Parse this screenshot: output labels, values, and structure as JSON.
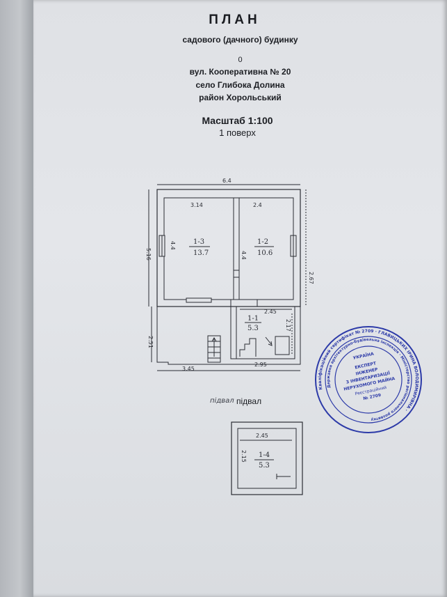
{
  "header": {
    "title": "ПЛАН",
    "subtitle": "садового (дачного) будинку",
    "number": "0",
    "address_line1": "вул. Кооперативна № 20",
    "address_line2": "село Глибока Долина",
    "address_line3": "район Хорольський",
    "scale": "Масштаб 1:100",
    "floor": "1 поверх"
  },
  "plan1": {
    "dim_top": "6.4",
    "dim_left": "5.16",
    "dim_right": "2.67",
    "dim_room1_w": "3.14",
    "dim_room1_h": "4.4",
    "dim_room2_w": "2.4",
    "dim_room2_h": "4.4",
    "room1_id": "1-3",
    "room1_area": "13.7",
    "room2_id": "1-2",
    "room2_area": "10.6",
    "room3_w": "2.45",
    "room3_h": "2.17",
    "room3_id": "1-1",
    "room3_area": "5.3",
    "dim_bottom_left": "3.45",
    "dim_bottom_right": "2.95",
    "dim_left_lower": "2.51"
  },
  "basement": {
    "handwritten": "підвал",
    "label": "підвал",
    "dim_w": "2.45",
    "dim_h": "2.15",
    "room_id": "1-4",
    "room_area": "5.3"
  },
  "stamp": {
    "outer_ring": "Кваліфікаційний сертифікат № 2709 · ГЛАВИЦЬКИХ ІРИНА ВОЛОДИМИРІВНА ·",
    "ring2": "Державна архітектурно-будівельна інспекція · Міністерство регіонального розвитку",
    "center_country": "УКРАЇНА",
    "center_line1": "ЕКСПЕРТ",
    "center_line2": "ІНЖЕНЕР",
    "center_line3": "З ІНВЕНТАРИЗАЦІЇ",
    "center_line4": "НЕРУХОМОГО МАЙНА",
    "center_line5": "Реєстраційний",
    "center_line6": "№ 2709"
  },
  "colors": {
    "ink": "#2a2c33",
    "stamp": "#2c3aa8",
    "paper": "#e1e3e7"
  }
}
